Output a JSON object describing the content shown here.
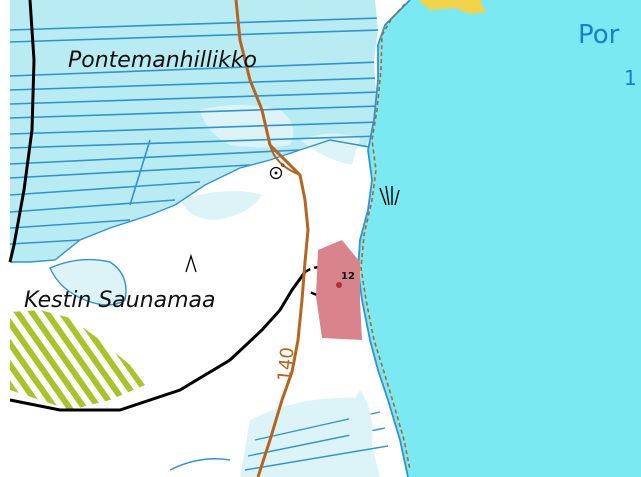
{
  "colors": {
    "marsh": "#b9ebf2",
    "marsh_light": "#dcf4f8",
    "water": "#7ae9f2",
    "marsh_line": "#2f93d8",
    "shore_line": "#2f93d8",
    "road": "#b5651d",
    "boundary": "#000000",
    "building": "#d9848c",
    "meadow_hatch": "#a8c427",
    "sand": "#f0d34a",
    "text": "#111111"
  },
  "labels": {
    "place_north": "Pontemanhillikko",
    "place_south": "Kestin Saunamaa",
    "water_name_partial": "Por",
    "water_number_partial": "1",
    "road_number": "140",
    "house_number": "12"
  },
  "icons": {
    "spring": "spring-icon",
    "reeds": "reeds-icon",
    "forest_symbol": "forest-symbol-icon"
  }
}
